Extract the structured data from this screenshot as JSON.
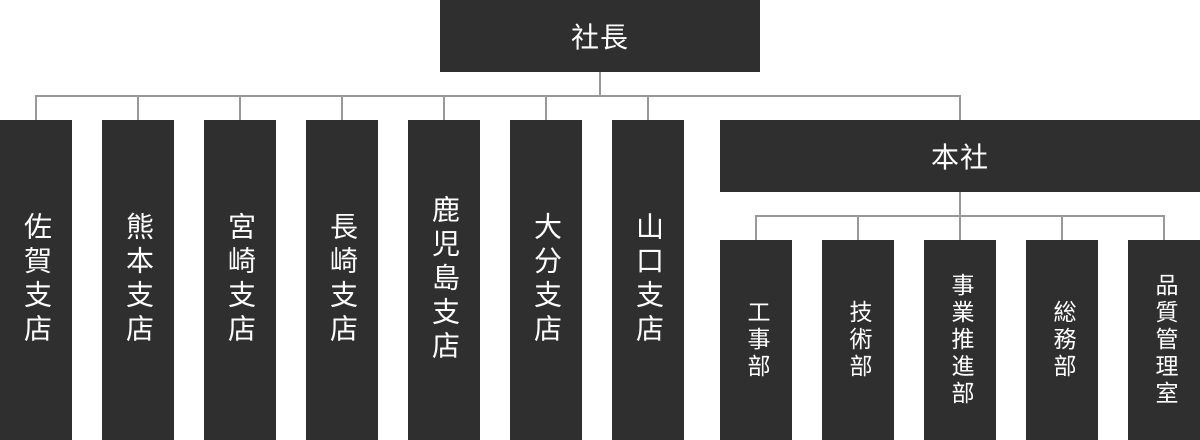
{
  "president": "社長",
  "branches": [
    "佐賀支店",
    "熊本支店",
    "宮崎支店",
    "長崎支店",
    "鹿児島支店",
    "大分支店",
    "山口支店"
  ],
  "head_office": {
    "label": "本社",
    "departments": [
      "工事部",
      "技術部",
      "事業推進部",
      "総務部",
      "品質管理室"
    ]
  },
  "colors": {
    "box": "#2f2f2f",
    "text": "#ffffff",
    "line": "#999999"
  }
}
